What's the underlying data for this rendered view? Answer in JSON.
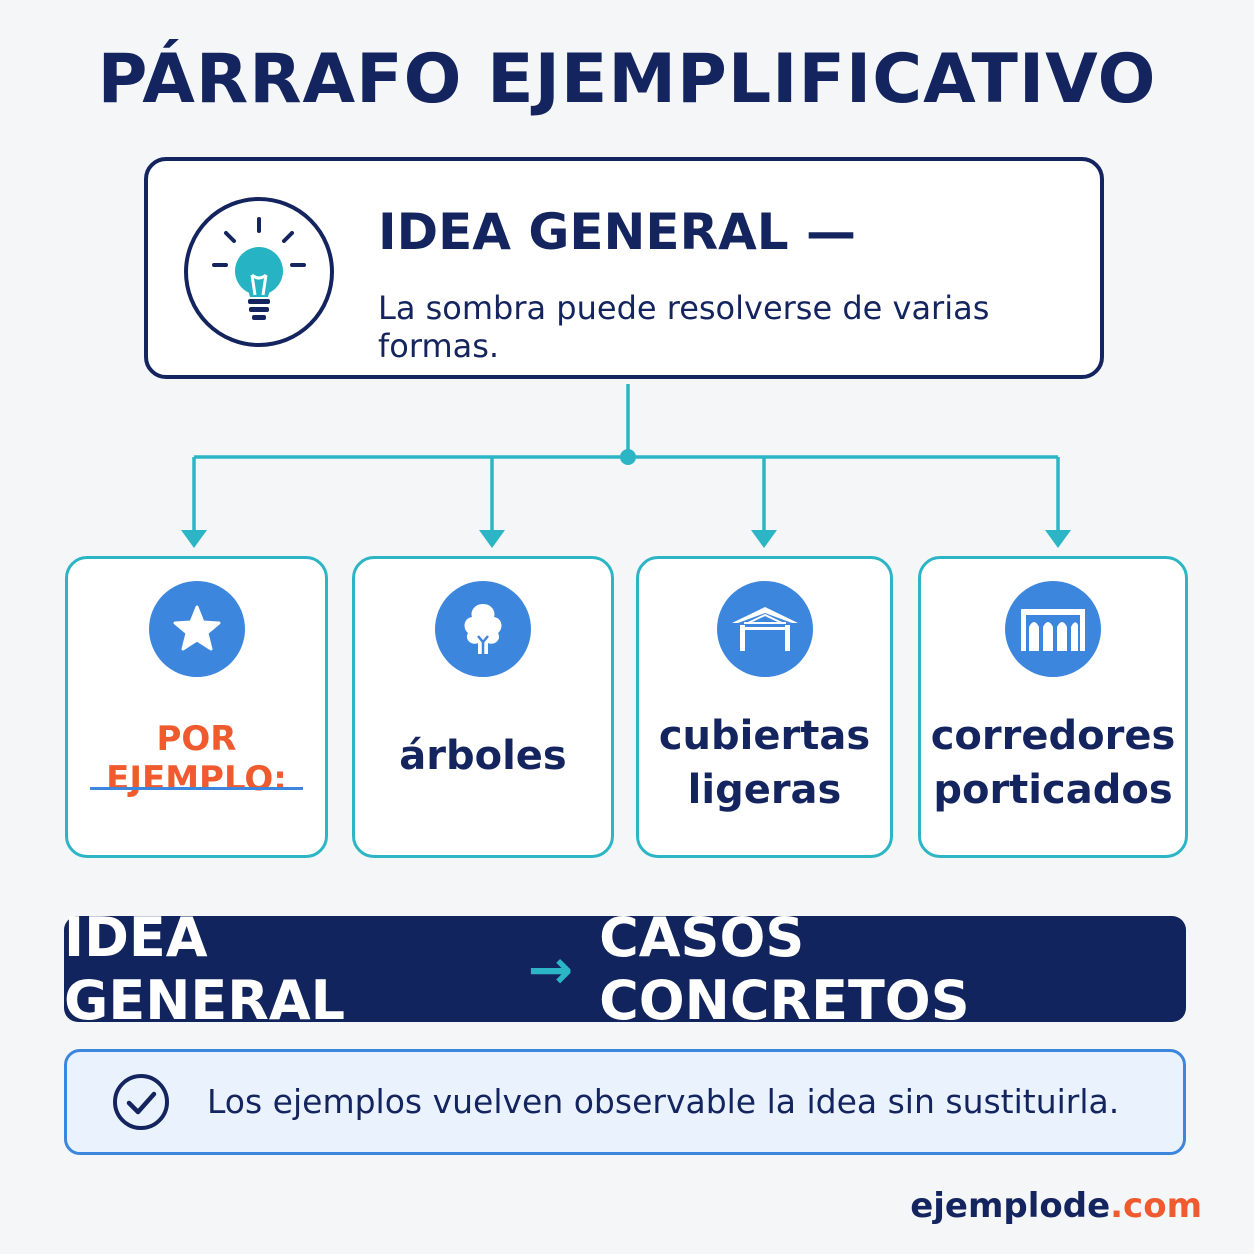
{
  "title": "PÁRRAFO EJEMPLIFICATIVO",
  "idea": {
    "heading": "IDEA GENERAL —",
    "text": "La sombra puede resolverse de varias formas."
  },
  "cards": [
    {
      "label": "POR EJEMPLO:",
      "icon": "star-icon"
    },
    {
      "label": "árboles",
      "icon": "tree-icon"
    },
    {
      "label_line1": "cubiertas",
      "label_line2": "ligeras",
      "icon": "roof-icon"
    },
    {
      "label_line1": "corredores",
      "label_line2": "porticados",
      "icon": "colonnade-icon"
    }
  ],
  "banner": {
    "left": "IDEA GENERAL",
    "arrow": "→",
    "right": "CASOS CONCRETOS"
  },
  "note": {
    "text": "Los ejemplos vuelven observable la idea sin sustituirla.",
    "icon": "check-circle-icon"
  },
  "brand": {
    "name": "ejemplode",
    "tld": ".com"
  },
  "colors": {
    "navy": "#14245e",
    "teal": "#2bb5c5",
    "blue": "#3d86dd",
    "orange": "#ef5b2e"
  }
}
